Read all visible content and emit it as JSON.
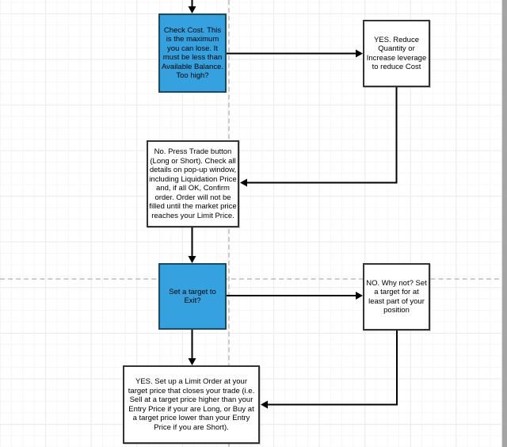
{
  "diagram": {
    "nodes": [
      {
        "id": "check-cost",
        "kind": "question",
        "text": "Check Cost. This is the maximum you can lose. It must be less than Available Balance. Too high?"
      },
      {
        "id": "yes-reduce",
        "kind": "step",
        "text": "YES. Reduce Quantity or Increase leverage to reduce Cost"
      },
      {
        "id": "press-trade",
        "kind": "step",
        "text": "No. Press Trade button (Long or Short). Check all details on pop-up window, including Liquidation Price and, if all OK, Confirm order. Order will not be filled until the market price reaches your Limit Price."
      },
      {
        "id": "set-target",
        "kind": "question",
        "text": "Set a target to Exit?"
      },
      {
        "id": "no-why-not",
        "kind": "step",
        "text": "NO. Why not? Set a target for at least part of your position"
      },
      {
        "id": "limit-order",
        "kind": "step",
        "text": "YES. Set up a Limit Order at your target price that closes your trade (i.e. Sell at a target price higher than your Entry Price if your are Long, or Buy at a target price lower than your Entry Price if you are Short)."
      }
    ],
    "edges": [
      {
        "from": "top-of-flow",
        "to": "check-cost"
      },
      {
        "from": "check-cost",
        "to": "yes-reduce"
      },
      {
        "from": "yes-reduce",
        "to": "press-trade"
      },
      {
        "from": "check-cost",
        "to": "press-trade"
      },
      {
        "from": "press-trade",
        "to": "set-target"
      },
      {
        "from": "set-target",
        "to": "no-why-not"
      },
      {
        "from": "no-why-not",
        "to": "limit-order"
      },
      {
        "from": "set-target",
        "to": "limit-order"
      }
    ],
    "colors": {
      "node_fill_accent": "#35a2df",
      "node_border_accent": "#1b4a63",
      "node_fill_default": "#ffffff",
      "node_border_default": "#343434",
      "connector": "#000000",
      "page_break": "#cccccc",
      "grid_minor": "#f6f6f6",
      "grid_major": "#ebebeb",
      "scrollbar": "#a5a5a5"
    }
  }
}
